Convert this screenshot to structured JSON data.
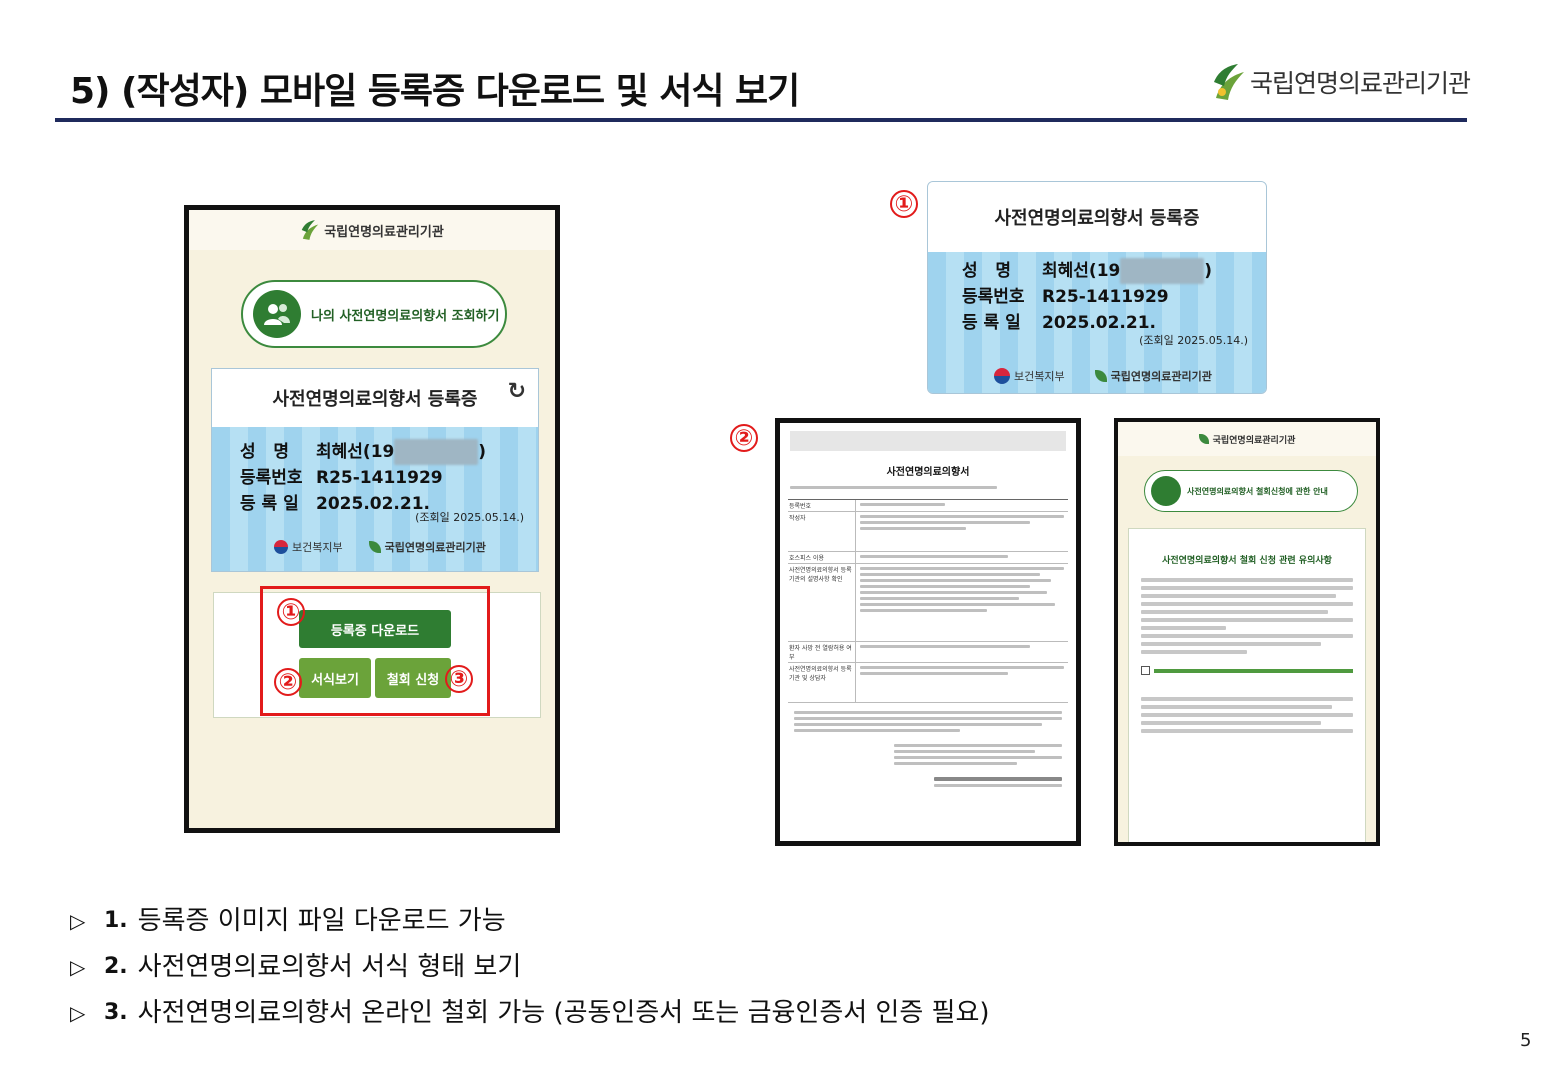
{
  "header": {
    "title": "5) (작성자) 모바일 등록증 다운로드 및 서식 보기",
    "logo_text": "국립연명의료관리기관"
  },
  "phone": {
    "header_text": "국립연명의료관리기관",
    "view_button_label": "나의 사전연명의료의향서 조회하기",
    "card": {
      "title": "사전연명의료의향서 등록증",
      "name_label": "성   명",
      "name_value": "최혜선(19",
      "name_tail": ")",
      "reg_no_label": "등록번호",
      "reg_no_value": "R25-1411929",
      "reg_date_label": "등 록 일",
      "reg_date_value": "2025.02.21.",
      "lookup_date": "(조회일 2025.05.14.)",
      "footer_ministry": "보건복지부",
      "footer_agency": "국립연명의료관리기관"
    },
    "buttons": {
      "download": "등록증 다운로드",
      "form_view": "서식보기",
      "withdraw": "철회 신청"
    }
  },
  "callouts": {
    "one": "①",
    "two": "②",
    "three": "③"
  },
  "right_card": {
    "title": "사전연명의료의향서 등록증",
    "name_label": "성   명",
    "name_value": "최혜선(19",
    "name_tail": ")",
    "reg_no_label": "등록번호",
    "reg_no_value": "R25-1411929",
    "reg_date_label": "등 록 일",
    "reg_date_value": "2025.02.21.",
    "lookup_date": "(조회일 2025.05.14.)",
    "footer_ministry": "보건복지부",
    "footer_agency": "국립연명의료관리기관"
  },
  "document": {
    "title": "사전연명의료의향서",
    "rows": [
      "등록번호",
      "작성자",
      "호스피스 이용",
      "사전연명의료의향서 등록기관의 설명사항 확인",
      "환자 사망 전 열람허용 여부",
      "사전연명의료의향서 등록기관 및 상담자"
    ]
  },
  "notice": {
    "header_text": "국립연명의료관리기관",
    "pill_label": "사전연명의료의향서 철회신청에 관한 안내",
    "title": "사전연명의료의향서 철회 신청 관련 유의사항"
  },
  "notes": [
    {
      "num": "1.",
      "text": "등록증 이미지 파일 다운로드 가능"
    },
    {
      "num": "2.",
      "text": "사전연명의료의향서 서식 형태 보기"
    },
    {
      "num": "3.",
      "text": "사전연명의료의향서 온라인 철회 가능 (공동인증서 또는 금융인증서 인증 필요)"
    }
  ],
  "page_number": "5",
  "colors": {
    "title_rule": "#1f2a5c",
    "green": "#2f7d32",
    "light_green": "#6ba33a",
    "callout_red": "#e21b1b",
    "card_blue": "#9fd3ee"
  }
}
